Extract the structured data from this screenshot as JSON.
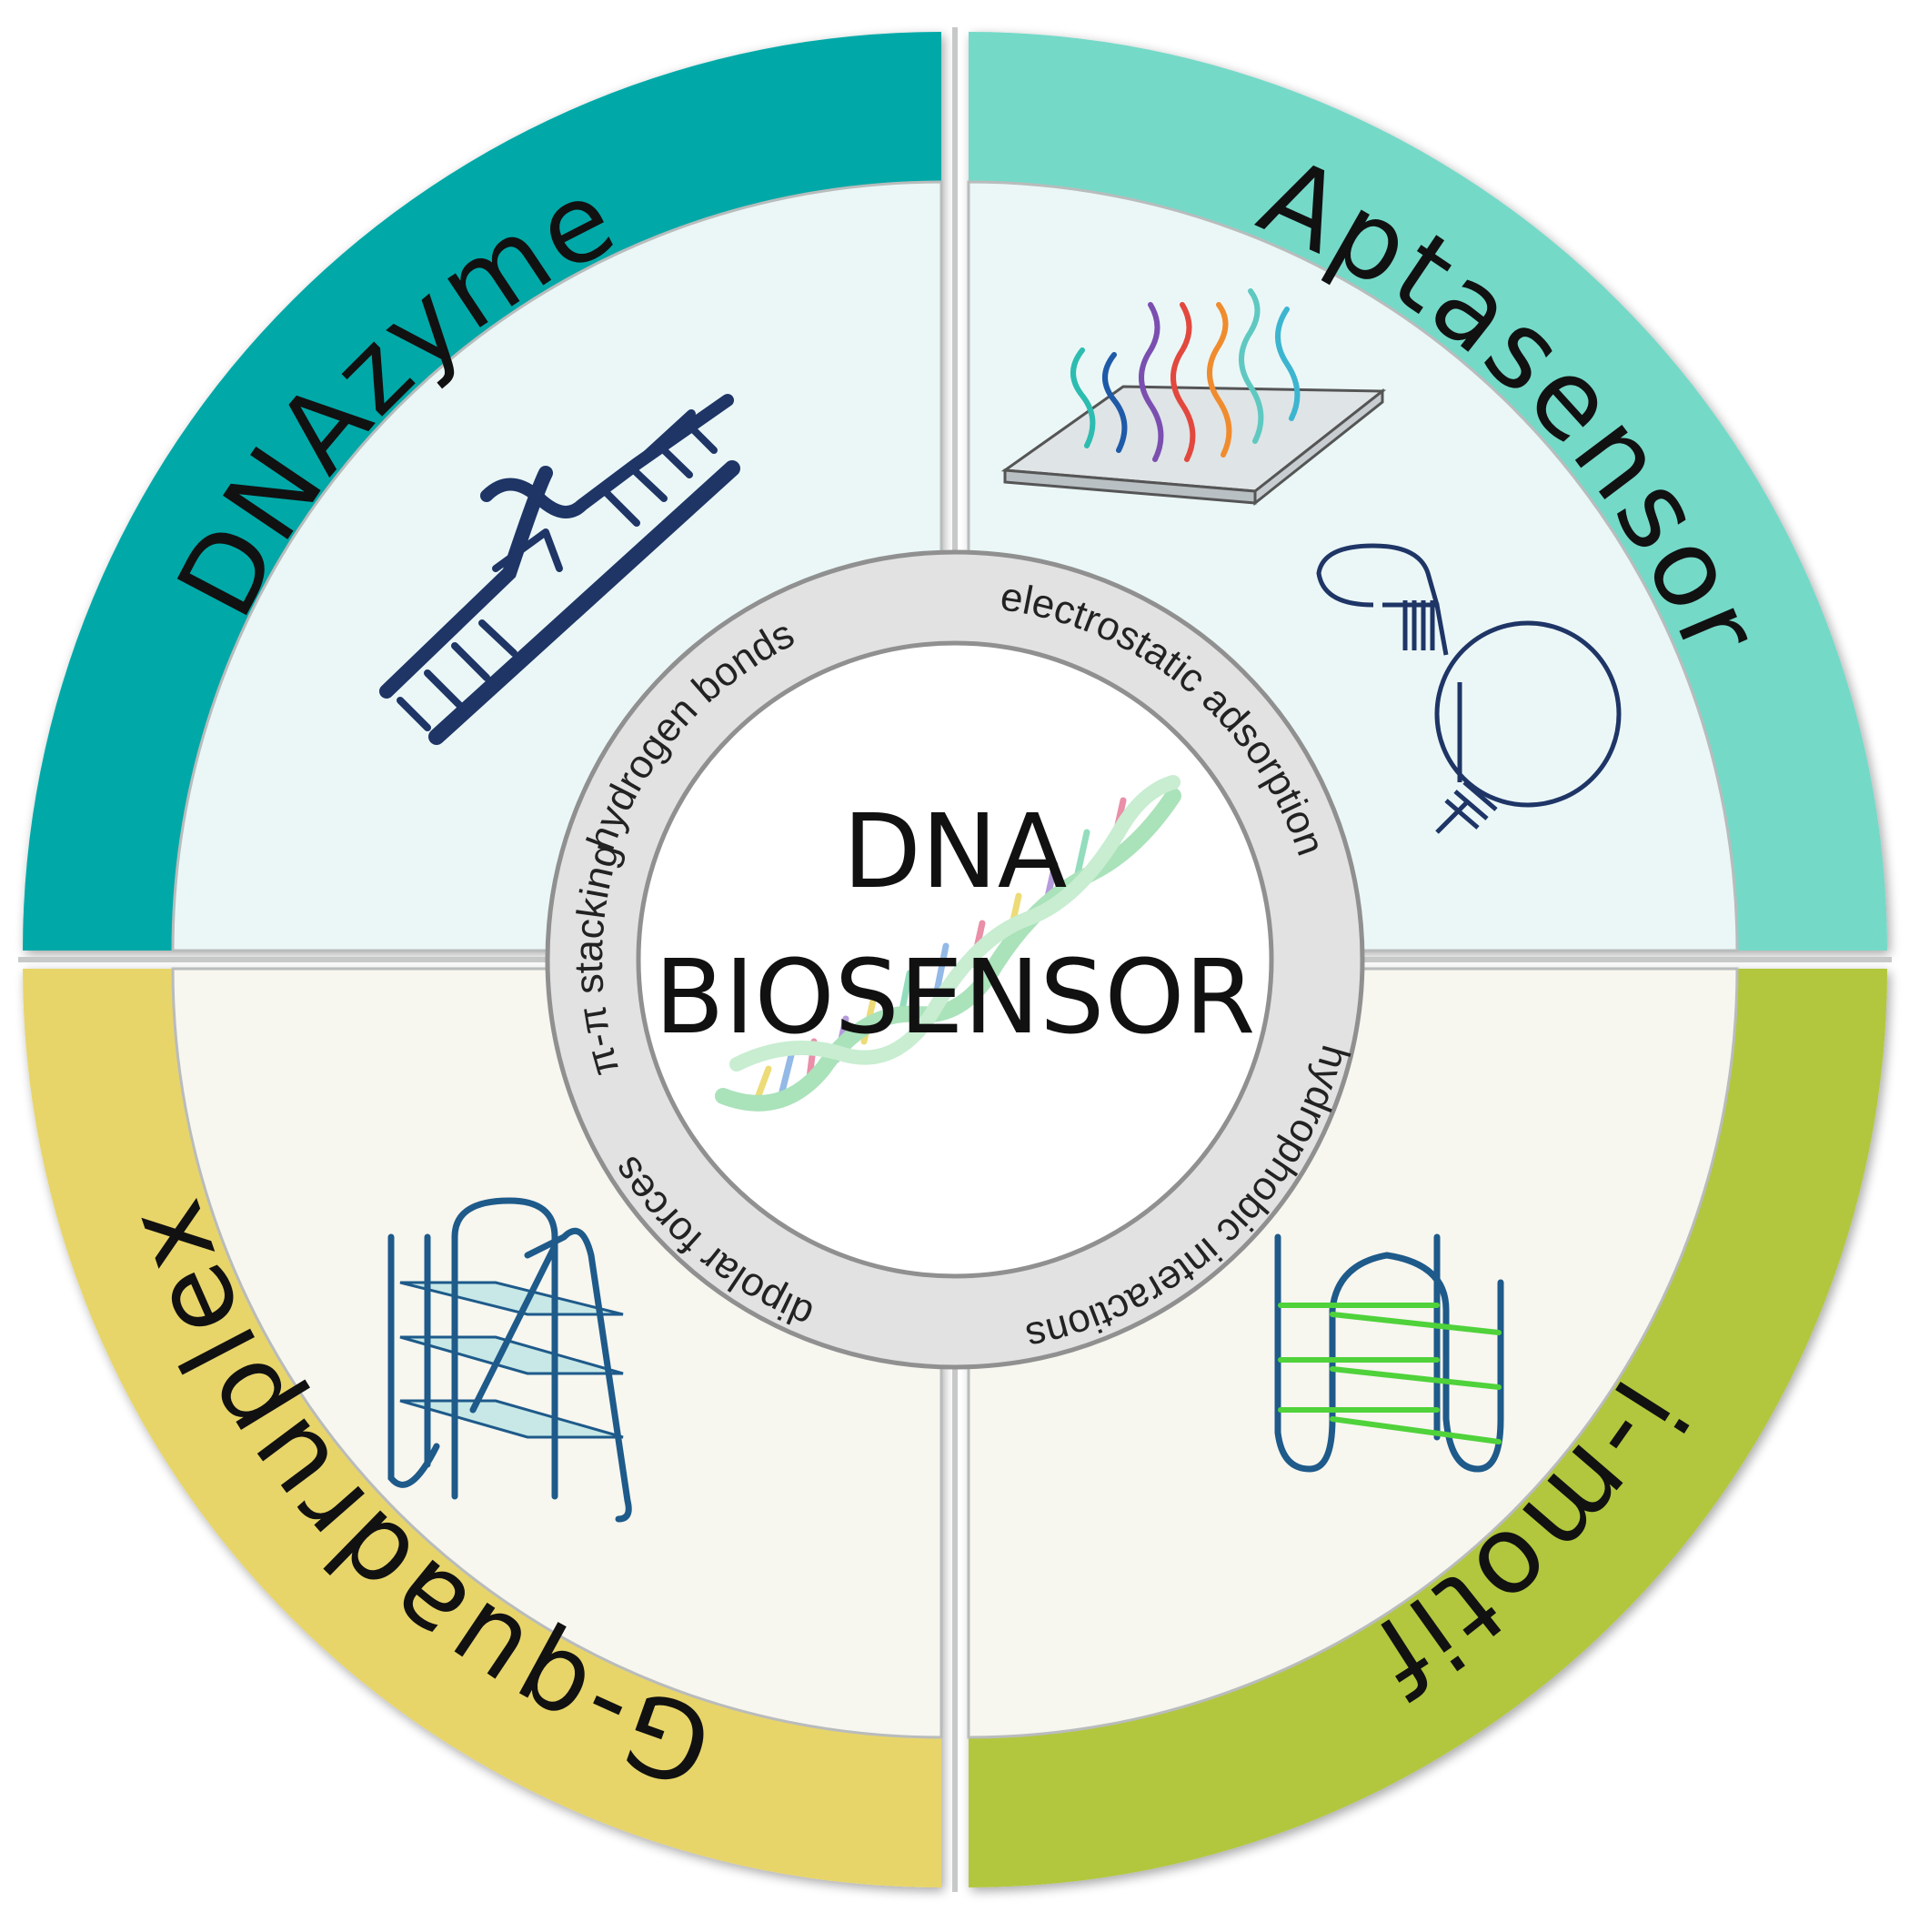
{
  "center": {
    "line1": "DNA",
    "line2": "BIOSENSOR"
  },
  "quadrants": [
    {
      "label": "DNAzyme",
      "ring_color": "#04a9a8",
      "fill_color": "#ebf7f7",
      "icon": "dnazyme-icon"
    },
    {
      "label": "Aptasensor",
      "ring_color": "#74d9c8",
      "fill_color": "#ebf7f7",
      "icon": "aptamer-icon"
    },
    {
      "label": "i-motif",
      "ring_color": "#b2c73c",
      "fill_color": "#f7f6ef",
      "icon": "i-motif-icon"
    },
    {
      "label": "G-quadruplex",
      "ring_color": "#e8d56a",
      "fill_color": "#f7f6ef",
      "icon": "g-quadruplex-icon"
    }
  ],
  "interactions": [
    "hydrogen bonds",
    "electrostatic adsorption",
    "hydrophobic interactions",
    "dipolar forces",
    "π-π stacking"
  ]
}
